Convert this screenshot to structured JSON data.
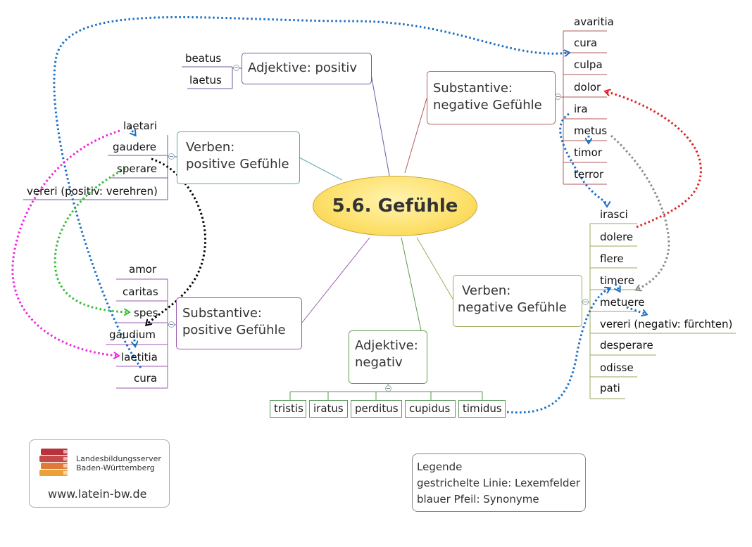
{
  "title": "5.6. Gefühle",
  "branches": {
    "adj_pos": {
      "label": "Adjektive: positiv",
      "items": [
        "beatus",
        "laetus"
      ]
    },
    "verb_pos": {
      "label_1": "Verben:",
      "label_2": "positive Gefühle",
      "items": [
        "laetari",
        "gaudere",
        "sperare",
        "vereri (positiv: verehren)"
      ]
    },
    "subst_pos": {
      "label_1": "Substantive:",
      "label_2": "positive Gefühle",
      "items": [
        "amor",
        "caritas",
        "spes",
        "gaudium",
        "laetitia",
        "cura"
      ]
    },
    "adj_neg": {
      "label_1": "Adjektive:",
      "label_2": "negativ",
      "items": [
        "tristis",
        "iratus",
        "perditus",
        "cupidus",
        "timidus"
      ]
    },
    "subst_neg": {
      "label_1": "Substantive:",
      "label_2": "negative Gefühle",
      "items": [
        "avaritia",
        "cura",
        "culpa",
        "dolor",
        "ira",
        "metus",
        "timor",
        "terror"
      ]
    },
    "verb_neg": {
      "label_1": "Verben:",
      "label_2": "negative Gefühle",
      "items": [
        "irasci",
        "dolere",
        "flere",
        "timere",
        "metuere",
        "vereri (negativ: fürchten)",
        "desperare",
        "odisse",
        "pati"
      ]
    }
  },
  "logo": {
    "line1": "Landesbildungsserver",
    "line2": "Baden-Württemberg",
    "url": "www.latein-bw.de"
  },
  "legend": {
    "title": "Legende",
    "line1": "gestrichelte Linie: Lexemfelder",
    "line2": "blauer Pfeil: Synonyme"
  },
  "colors": {
    "adj_pos": "#6f5a9e",
    "verb_pos": "#5aa9a8",
    "subst_pos": "#9a5ab0",
    "adj_neg": "#5a9a4a",
    "subst_neg": "#b05a5a",
    "verb_neg": "#9aaa5a",
    "blue": "#1a6fc4",
    "red": "#e02020",
    "green": "#33bb33",
    "magenta": "#ee22dd",
    "black": "#000000",
    "gray": "#888888"
  }
}
